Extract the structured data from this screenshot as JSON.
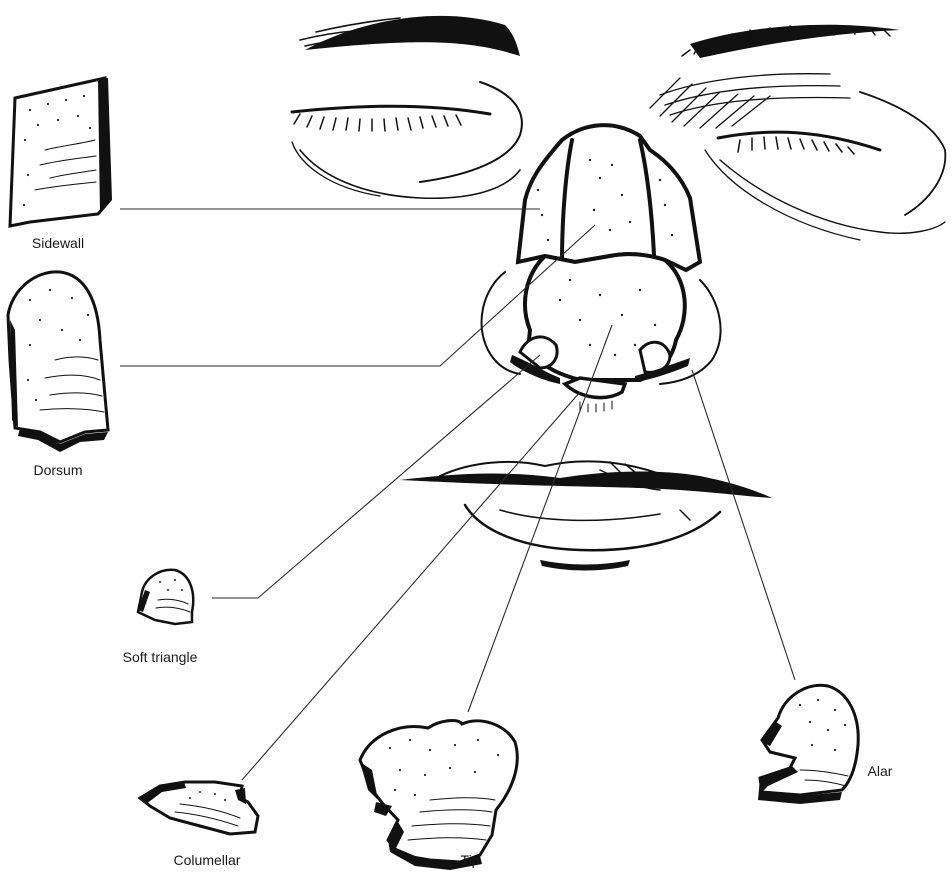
{
  "labels": {
    "sidewall": "Sidewall",
    "dorsum": "Dorsum",
    "soft_triangle": "Soft triangle",
    "columellar": "Columellar",
    "tip": "Tip",
    "alar": "Alar"
  }
}
